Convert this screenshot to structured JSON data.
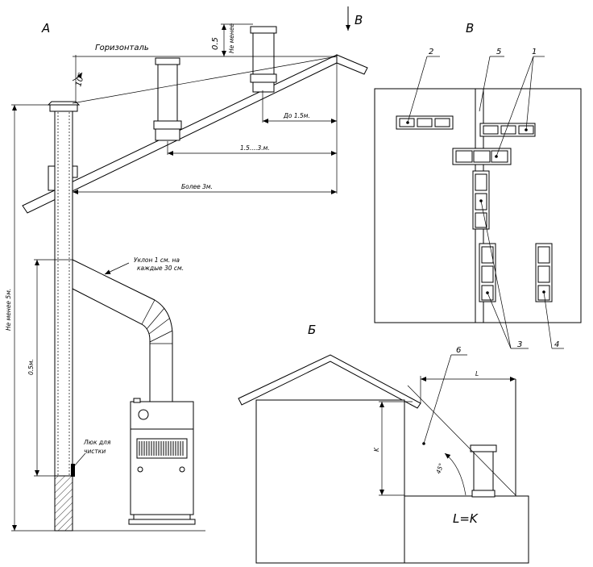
{
  "labels": {
    "view_a": "А",
    "view_b_arrow": "В",
    "view_v": "В",
    "view_b": "Б",
    "horizontal": "Горизонталь",
    "angle": "10°",
    "height_min": "0.5",
    "not_less": "Не менее",
    "up_to": "До 1.5м.",
    "range": "1.5....3.м.",
    "more_than": "Более 3м.",
    "not_less_5m": "Не менее 5м.",
    "slope_line1": "Уклон 1 см. на",
    "slope_line2": "каждые 30 см.",
    "height_05": "0.5м.",
    "hatch_line1": "Люк для",
    "hatch_line2": "чистки",
    "c1": "1",
    "c2": "2",
    "c3": "3",
    "c4": "4",
    "c5": "5",
    "c6": "6",
    "dim_l": "L",
    "dim_k": "K",
    "angle45": "45°",
    "equation": "L=K"
  }
}
